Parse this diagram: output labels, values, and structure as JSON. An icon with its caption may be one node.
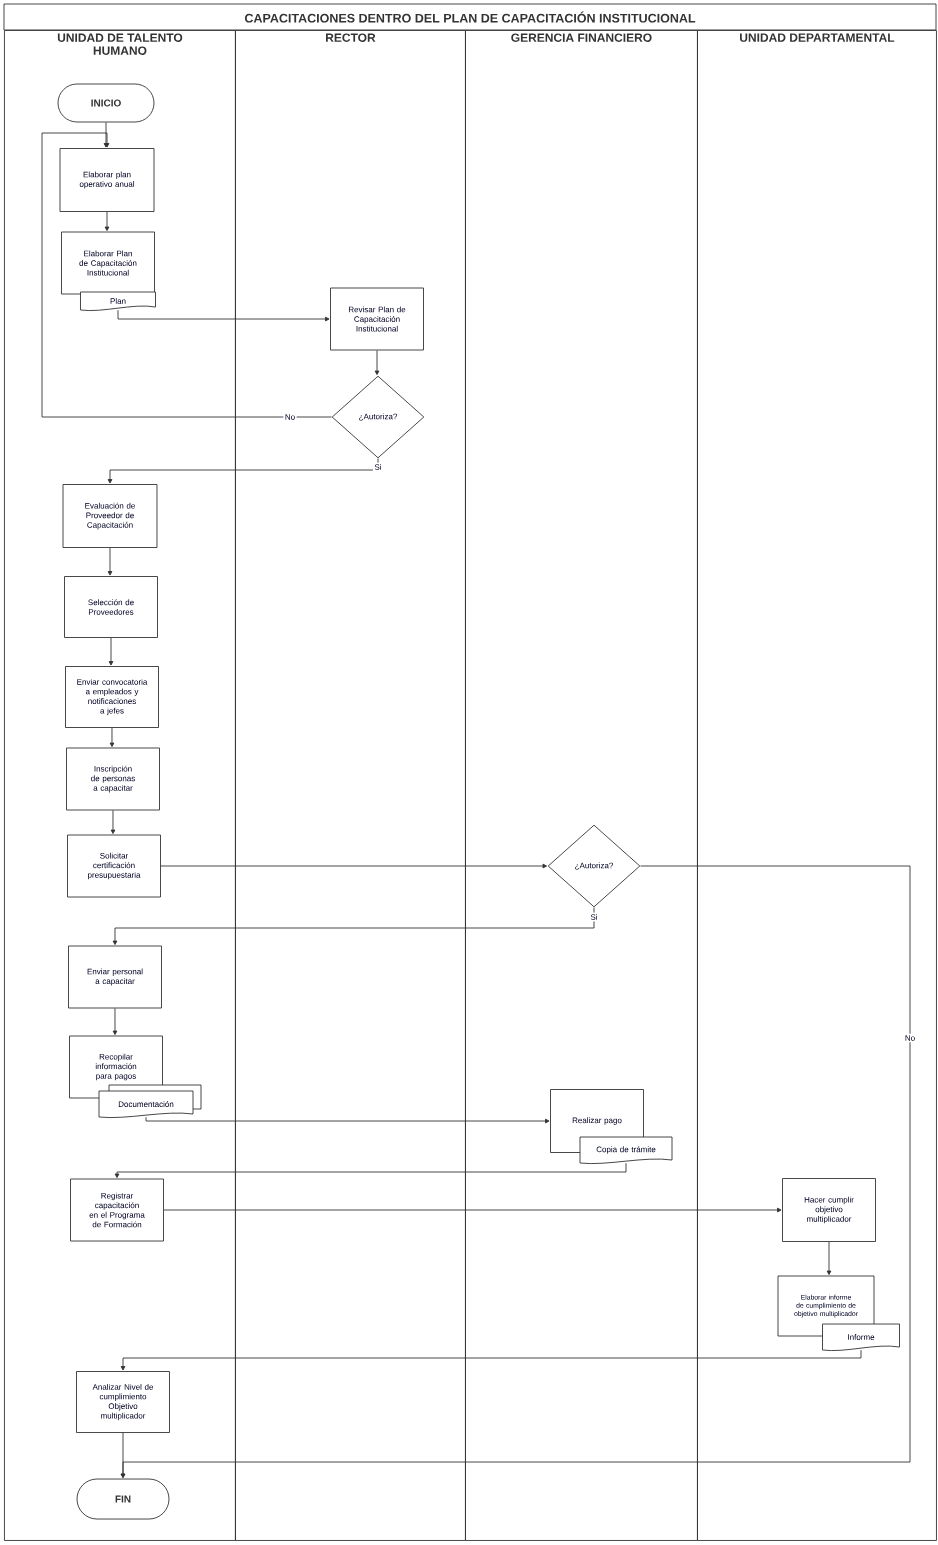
{
  "diagram": {
    "title": "CAPACITACIONES DENTRO DEL PLAN DE CAPACITACIÓN INSTITUCIONAL",
    "nodes": [
      {
        "text": [
          "UNIDAD DE TALENTO HUMANO"
        ]
      },
      {
        "text": [
          "RECTOR"
        ]
      },
      {
        "text": [
          "GERENCIA FINANCIERO"
        ]
      },
      {
        "text": [
          "UNIDAD DEPARTAMENTAL"
        ]
      },
      {
        "text": [
          "INICIO"
        ],
        "in": 0
      },
      {
        "text": [
          "Elaborar plan operativo anual"
        ],
        "in": 0
      },
      {
        "text": [
          "Elaborar Plan de Capacitación Institucional"
        ],
        "in": 0
      },
      {
        "text": [
          "Plan"
        ],
        "in": 0
      },
      {
        "text": [
          "Revisar Plan de Capacitación Institucional"
        ],
        "in": 1
      },
      {
        "text": [
          "¿Autoriza?"
        ],
        "in": 1
      },
      {
        "text": [
          "Evaluación de Proveedor de Capacitación"
        ],
        "in": 0
      },
      {
        "text": [
          "Selección de Proveedores"
        ],
        "in": 0
      },
      {
        "text": [
          "Enviar convocatoria a empleados y notificaciones a jefes"
        ],
        "in": 0
      },
      {
        "text": [
          "Inscripción de personas a capacitar"
        ],
        "in": 0
      },
      {
        "text": [
          "Solicitar certificación presupuestaria"
        ],
        "in": 0
      },
      {
        "text": [
          "¿Autoriza?"
        ],
        "in": 2
      },
      {
        "text": [
          "Enviar personal a capacitar"
        ],
        "in": 0
      },
      {
        "text": [
          "Recopilar información para pagos"
        ],
        "in": 0
      },
      {
        "text": [
          "Documentación"
        ],
        "in": 0
      },
      {
        "text": [
          "Realizar pago"
        ],
        "in": 2
      },
      {
        "text": [
          "Copia de trámite"
        ],
        "in": 2
      },
      {
        "text": [
          "Registrar capacitación en el Programa de Formación"
        ],
        "in": 0
      },
      {
        "text": [
          "Hacer cumplir objetivo multiplicador"
        ],
        "in": 3
      },
      {
        "text": [
          "Elaborar informe de cumplimiento de objetivo multiplicador"
        ],
        "in": 3
      },
      {
        "text": [
          "Informe"
        ],
        "in": 3
      },
      {
        "text": [
          "Analizar Nivel de cumplimiento Objetivo multiplicador"
        ],
        "in": 0
      },
      {
        "text": [
          "FIN"
        ],
        "in": 0
      }
    ],
    "edges": [
      {
        "from": 4,
        "to": 5,
        "arrow": "to"
      },
      {
        "from": 5,
        "to": 6,
        "arrow": "to"
      },
      {
        "from": 7,
        "to": 8,
        "arrow": "to"
      },
      {
        "from": 8,
        "to": 9,
        "arrow": "to"
      },
      {
        "from": 9,
        "to": 5,
        "arrow": "to",
        "label": "No"
      },
      {
        "from": 9,
        "to": 10,
        "arrow": "to",
        "label": "Si"
      },
      {
        "from": 10,
        "to": 11,
        "arrow": "to"
      },
      {
        "from": 11,
        "to": 12,
        "arrow": "to"
      },
      {
        "from": 12,
        "to": 13,
        "arrow": "to"
      },
      {
        "from": 13,
        "to": 14,
        "arrow": "to"
      },
      {
        "from": 14,
        "to": 15,
        "arrow": "to"
      },
      {
        "from": 15,
        "to": 16,
        "arrow": "to",
        "label": "Si"
      },
      {
        "from": 15,
        "to": 26,
        "arrow": "to",
        "label": "No"
      },
      {
        "from": 16,
        "to": 17,
        "arrow": "to"
      },
      {
        "from": 18,
        "to": 19,
        "arrow": "to"
      },
      {
        "from": 20,
        "to": 21,
        "arrow": "to"
      },
      {
        "from": 21,
        "to": 22,
        "arrow": "to"
      },
      {
        "from": 22,
        "to": 23,
        "arrow": "to"
      },
      {
        "from": 24,
        "to": 25,
        "arrow": "to"
      },
      {
        "from": 25,
        "to": 26,
        "arrow": "to"
      }
    ]
  }
}
